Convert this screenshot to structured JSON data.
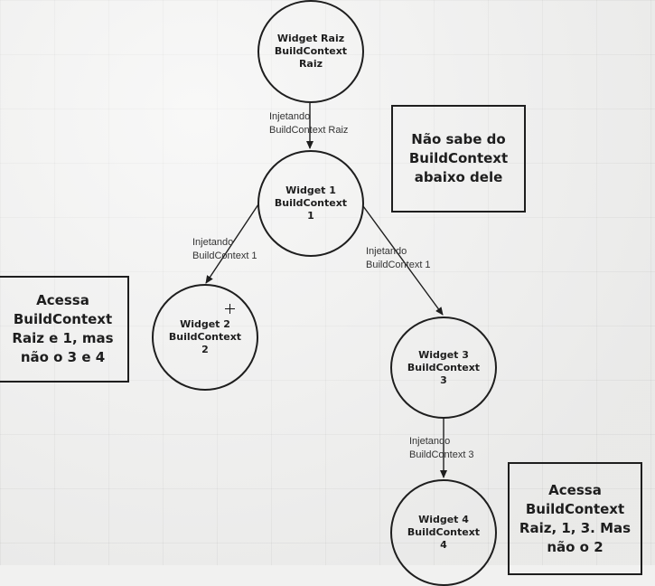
{
  "nodes": {
    "root": [
      "Widget Raiz",
      "BuildContext",
      "Raiz"
    ],
    "w1": [
      "Widget 1",
      "BuildContext",
      "1"
    ],
    "w2": [
      "Widget 2",
      "BuildContext",
      "2"
    ],
    "w3": [
      "Widget 3",
      "BuildContext",
      "3"
    ],
    "w4": [
      "Widget 4",
      "BuildContext",
      "4"
    ]
  },
  "edges": {
    "root_to_w1": [
      "Injetando",
      "BuildContext Raiz"
    ],
    "w1_to_w2": [
      "Injetando",
      "BuildContext 1"
    ],
    "w1_to_w3": [
      "Injetando",
      "BuildContext 1"
    ],
    "w3_to_w4": [
      "Injetando",
      "BuildContext 3"
    ]
  },
  "notes": {
    "w1_note": [
      "Não sabe do",
      "BuildContext",
      "abaixo dele"
    ],
    "w2_note": [
      "Acessa",
      "BuildContext",
      "Raiz e 1, mas",
      "não o 3 e 4"
    ],
    "w4_note": [
      "Acessa",
      "BuildContext",
      "Raiz, 1, 3. Mas",
      "não o 2"
    ]
  },
  "colors": {
    "stroke": "#1e1e1e",
    "background": "#f1f1f0",
    "label_text": "#333333"
  }
}
